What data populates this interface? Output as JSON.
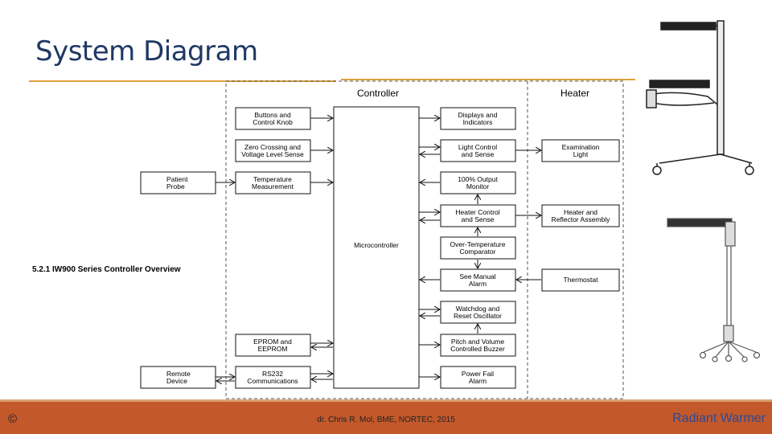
{
  "slide": {
    "title": "System Diagram",
    "section_label": "5.2.1   IW900 Series Controller Overview",
    "footer": {
      "copyright": "©",
      "credit": "dr. Chris R. Mol, BME, NORTEC, 2015",
      "brand": "Radiant Warmer"
    }
  },
  "diagram": {
    "controller_header": "Controller",
    "heater_header": "Heater",
    "mcu_label": "Microcontroller",
    "external": [
      {
        "id": "probe",
        "lines": [
          "Patient",
          "Probe"
        ]
      },
      {
        "id": "remote",
        "lines": [
          "Remote",
          "Device"
        ]
      }
    ],
    "inputs": [
      {
        "id": "buttons",
        "lines": [
          "Buttons and",
          "Control Knob"
        ]
      },
      {
        "id": "zero",
        "lines": [
          "Zero Crossing and",
          "Voltage Level Sense"
        ]
      },
      {
        "id": "temp",
        "lines": [
          "Temperature",
          "Measurement"
        ]
      },
      {
        "id": "eprom",
        "lines": [
          "EPROM and",
          "EEPROM"
        ]
      },
      {
        "id": "rs232",
        "lines": [
          "RS232",
          "Communications"
        ]
      }
    ],
    "outputs": [
      {
        "id": "displays",
        "lines": [
          "Displays and",
          "Indicators"
        ]
      },
      {
        "id": "light",
        "lines": [
          "Light Control",
          "and Sense"
        ]
      },
      {
        "id": "monitor",
        "lines": [
          "100% Output",
          "Monitor"
        ]
      },
      {
        "id": "heater-ctrl",
        "lines": [
          "Heater Control",
          "and Sense"
        ]
      },
      {
        "id": "overtemp",
        "lines": [
          "Over-Temperature",
          "Comparator"
        ]
      },
      {
        "id": "manual",
        "lines": [
          "See Manual",
          "Alarm"
        ]
      },
      {
        "id": "watchdog",
        "lines": [
          "Watchdog and",
          "Reset Oscillator"
        ]
      },
      {
        "id": "buzzer",
        "lines": [
          "Pitch and Volume",
          "Controlled Buzzer"
        ]
      },
      {
        "id": "powerfail",
        "lines": [
          "Power Fail",
          "Alarm"
        ]
      }
    ],
    "heater_blocks": [
      {
        "id": "exam",
        "lines": [
          "Examination",
          "Light"
        ]
      },
      {
        "id": "reflector",
        "lines": [
          "Heater and",
          "Reflector Assembly"
        ]
      },
      {
        "id": "thermostat",
        "lines": [
          "Thermostat"
        ]
      }
    ]
  }
}
